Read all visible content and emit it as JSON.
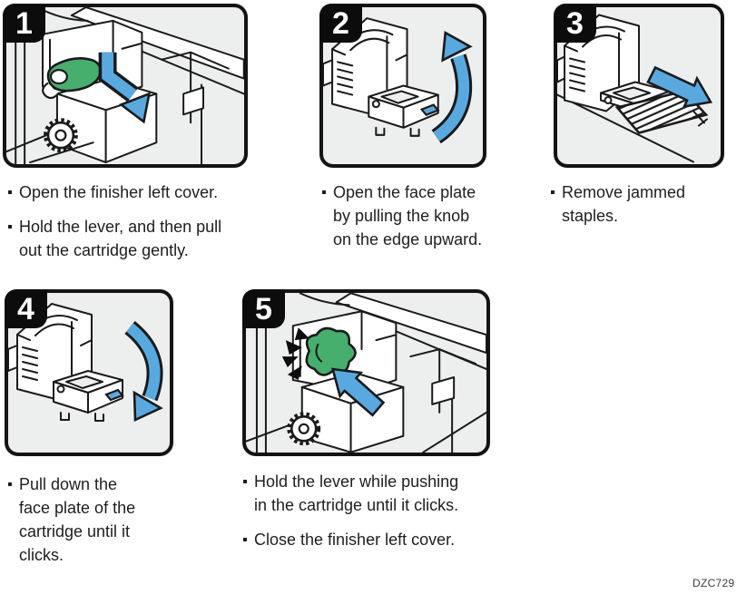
{
  "figure_code": "DZC729",
  "colors": {
    "arrow_blue": "#58a9e0",
    "lever_green": "#46af6e",
    "panel_background": "#edefee",
    "outline_black": "#1a1a1a",
    "badge_background": "#0c0c0c"
  },
  "steps": [
    {
      "number": "1",
      "instructions": [
        "Open the finisher left cover.",
        "Hold the lever, and then pull\nout the cartridge gently."
      ]
    },
    {
      "number": "2",
      "instructions": [
        "Open the face plate\nby pulling the knob\non the edge upward."
      ]
    },
    {
      "number": "3",
      "instructions": [
        "Remove jammed\nstaples."
      ]
    },
    {
      "number": "4",
      "instructions": [
        "Pull down the\nface plate of the\ncartridge until it\nclicks."
      ]
    },
    {
      "number": "5",
      "instructions": [
        "Hold the lever while pushing\nin the cartridge until it clicks.",
        "Close the finisher left cover."
      ]
    }
  ]
}
